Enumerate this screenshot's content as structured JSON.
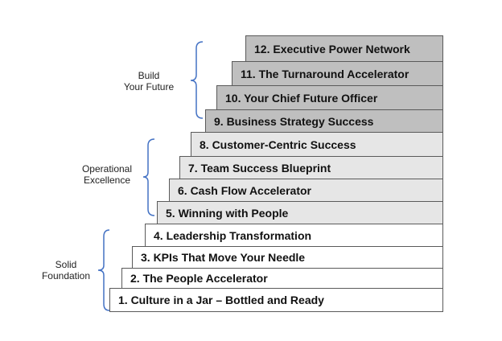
{
  "groups": [
    {
      "name": "Build Your Future",
      "line1": "Build",
      "line2": "Your Future"
    },
    {
      "name": "Operational Excellence",
      "line1": "Operational",
      "line2": "Excellence"
    },
    {
      "name": "Solid Foundation",
      "line1": "Solid",
      "line2": "Foundation"
    }
  ],
  "steps": [
    "1. Culture in a Jar – Bottled and Ready",
    "2. The People Accelerator",
    "3. KPIs That Move Your Needle",
    "4. Leadership Transformation",
    "5. Winning with People",
    "6. Cash Flow Accelerator",
    "7. Team Success Blueprint",
    "8. Customer-Centric Success",
    "9. Business Strategy Success",
    "10. Your Chief Future Officer",
    "11. The Turnaround Accelerator",
    "12. Executive Power Network"
  ],
  "colors": {
    "bracket": "#4472c4",
    "foundation": "#ffffff",
    "operational": "#e6e6e6",
    "future": "#bfbfbf"
  }
}
